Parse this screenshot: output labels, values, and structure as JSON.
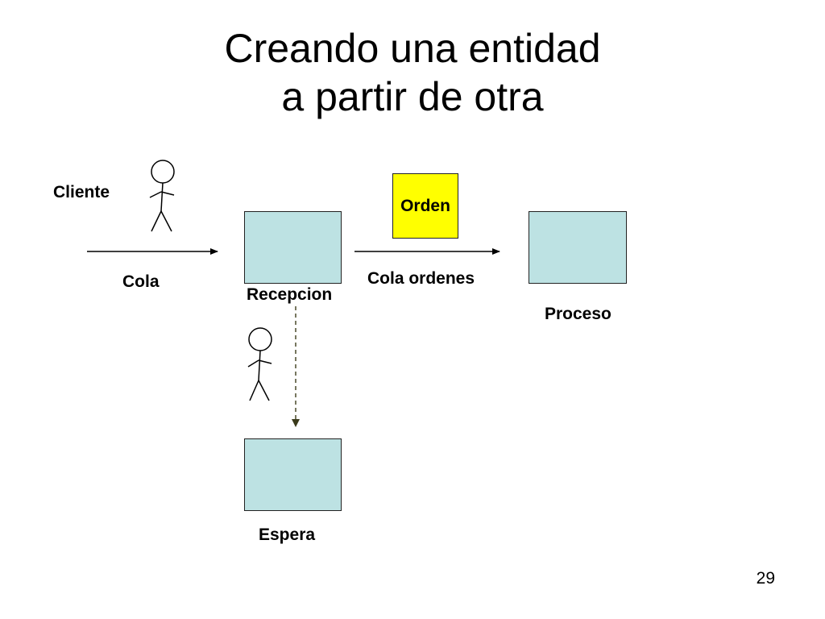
{
  "slide": {
    "title_line1": "Creando una entidad",
    "title_line2": "a partir de otra",
    "page_number": "29"
  },
  "diagram": {
    "nodes": {
      "recepcion": {
        "label": "Recepcion"
      },
      "proceso": {
        "label": "Proceso"
      },
      "espera": {
        "label": "Espera"
      },
      "orden": {
        "label": "Orden"
      }
    },
    "actors": {
      "cliente": {
        "label": "Cliente"
      }
    },
    "edges": {
      "cola": {
        "label": "Cola"
      },
      "cola_ordenes": {
        "label": "Cola ordenes"
      }
    }
  },
  "colors": {
    "station_fill": "#bde2e3",
    "orden_fill": "#ffff00",
    "dashed_arrow": "#4a4a2a"
  }
}
